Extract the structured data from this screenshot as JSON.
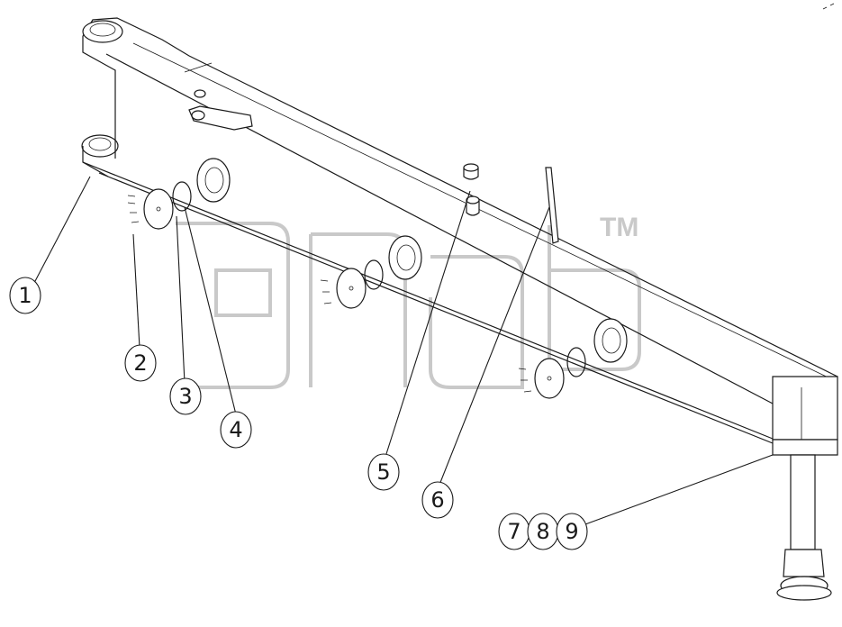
{
  "watermark": {
    "trademark": "TM"
  },
  "callouts": [
    {
      "id": "1",
      "label": "1"
    },
    {
      "id": "2",
      "label": "2"
    },
    {
      "id": "3",
      "label": "3"
    },
    {
      "id": "4",
      "label": "4"
    },
    {
      "id": "5",
      "label": "5"
    },
    {
      "id": "6",
      "label": "6"
    },
    {
      "id": "789",
      "labels": [
        "7",
        "8",
        "9"
      ]
    }
  ],
  "colors": {
    "line": "#1a1a1a",
    "watermark": "#c9c9c9",
    "background": "#ffffff"
  }
}
